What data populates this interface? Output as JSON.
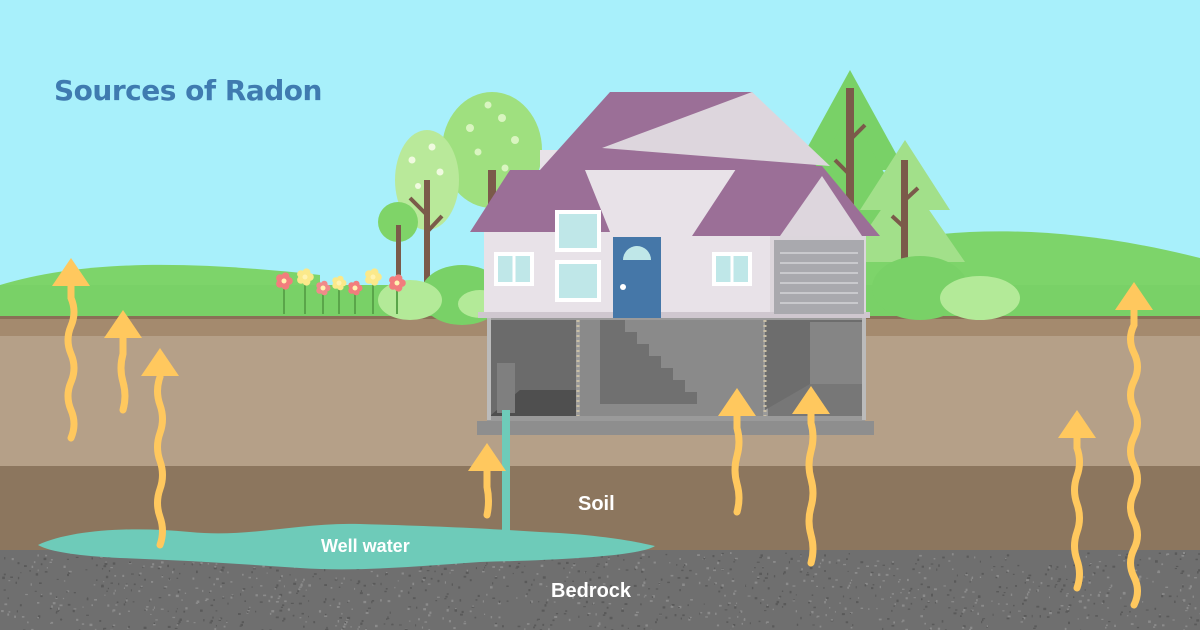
{
  "diagram": {
    "title": "Sources of Radon",
    "labels": {
      "soil": "Soil",
      "well_water": "Well water",
      "bedrock": "Bedrock"
    }
  },
  "colors": {
    "sky": "#a8f0fb",
    "grass": "#79d167",
    "topsoil": "#a48a6e",
    "soil": "#b5a088",
    "deep_soil": "#8c765e",
    "bedrock": "#6f6f6f",
    "well_water": "#6ecbb9",
    "radon_arrow": "#ffc85e",
    "roof": "#9b6f97",
    "house_wall": "#e8e2e8",
    "door": "#4577a8",
    "title": "#3f7bb0"
  }
}
